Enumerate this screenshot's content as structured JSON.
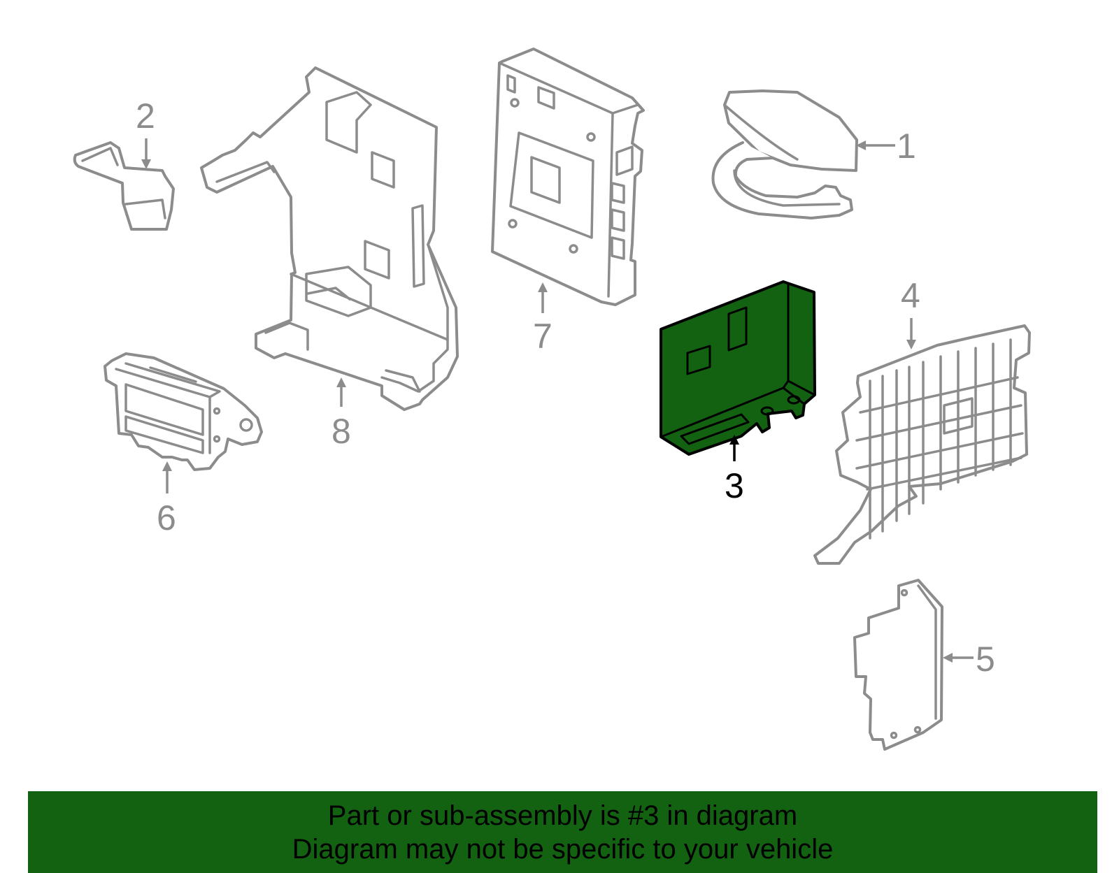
{
  "colors": {
    "highlight": "#136211",
    "outline": "#8c8c8c",
    "banner_background": "#136211",
    "banner_text": "#000000"
  },
  "callouts": {
    "c1": "1",
    "c2": "2",
    "c3": "3",
    "c4": "4",
    "c5": "5",
    "c6": "6",
    "c7": "7",
    "c8": "8"
  },
  "highlighted_part": "3",
  "banner": {
    "line1": "Part or sub-assembly is #3 in diagram",
    "line2": "Diagram may not be specific to your vehicle"
  }
}
